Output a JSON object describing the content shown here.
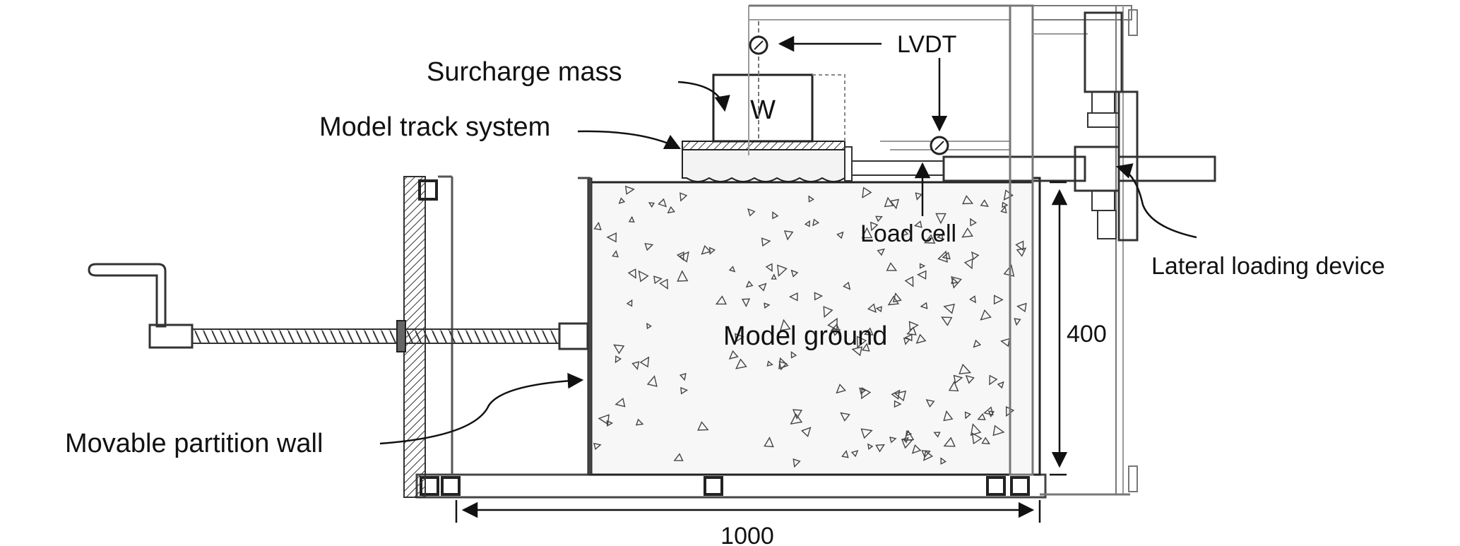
{
  "diagram": {
    "labels": {
      "lvdt": "LVDT",
      "surcharge_mass": "Surcharge mass",
      "weight_symbol": "W",
      "model_track_system": "Model track system",
      "load_cell": "Load cell",
      "lateral_loading_device": "Lateral loading device",
      "model_ground": "Model ground",
      "movable_partition_wall": "Movable partition wall",
      "height_dimension": "400",
      "width_dimension": "1000"
    },
    "colors": {
      "line": "#222222",
      "frame": "#555555",
      "aggregate": "#444444",
      "background": "#ffffff"
    }
  }
}
